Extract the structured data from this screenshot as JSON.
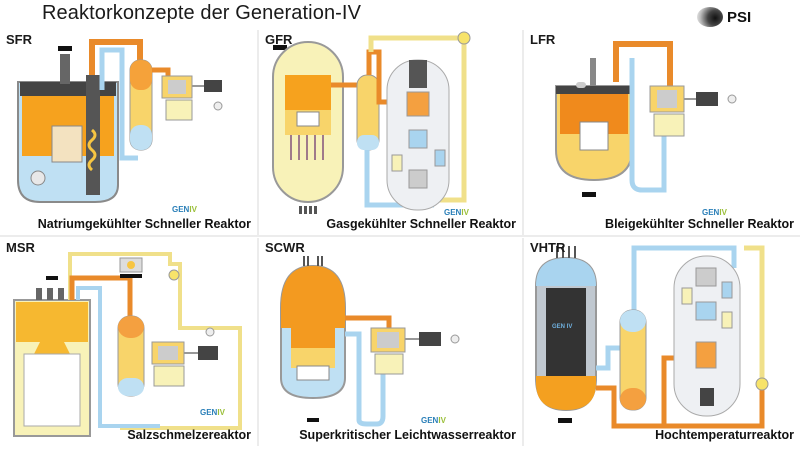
{
  "page": {
    "title": "Reaktorkonzepte der Generation-IV",
    "logo_text": "PSI"
  },
  "colors": {
    "hot": "#f08a1c",
    "warm": "#f7c542",
    "pale_yellow": "#f8f2b8",
    "cool": "#a9d4ef",
    "cool_dark": "#7fb4d9",
    "vessel_gray": "#9a9a9a",
    "dark": "#3a3a3a",
    "geniv_blue": "#2a7fb8",
    "geniv_green": "#9bbf3a"
  },
  "panels": [
    {
      "code": "SFR",
      "name": "Natriumgekühlter Schneller Reaktor",
      "logo": "GEN IV"
    },
    {
      "code": "GFR",
      "name": "Gasgekühlter Schneller Reaktor",
      "logo": "GEN IV"
    },
    {
      "code": "LFR",
      "name": "Bleigekühlter Schneller Reaktor",
      "logo": "GEN IV"
    },
    {
      "code": "MSR",
      "name": "Salzschmelzereaktor",
      "logo": "GEN IV"
    },
    {
      "code": "SCWR",
      "name": "Superkritischer Leichtwasserreaktor",
      "logo": "GEN IV"
    },
    {
      "code": "VHTR",
      "name": "Hochtemperaturreaktor",
      "logo": ""
    }
  ],
  "geniv": {
    "gen": "GEN",
    "iv": "IV"
  }
}
